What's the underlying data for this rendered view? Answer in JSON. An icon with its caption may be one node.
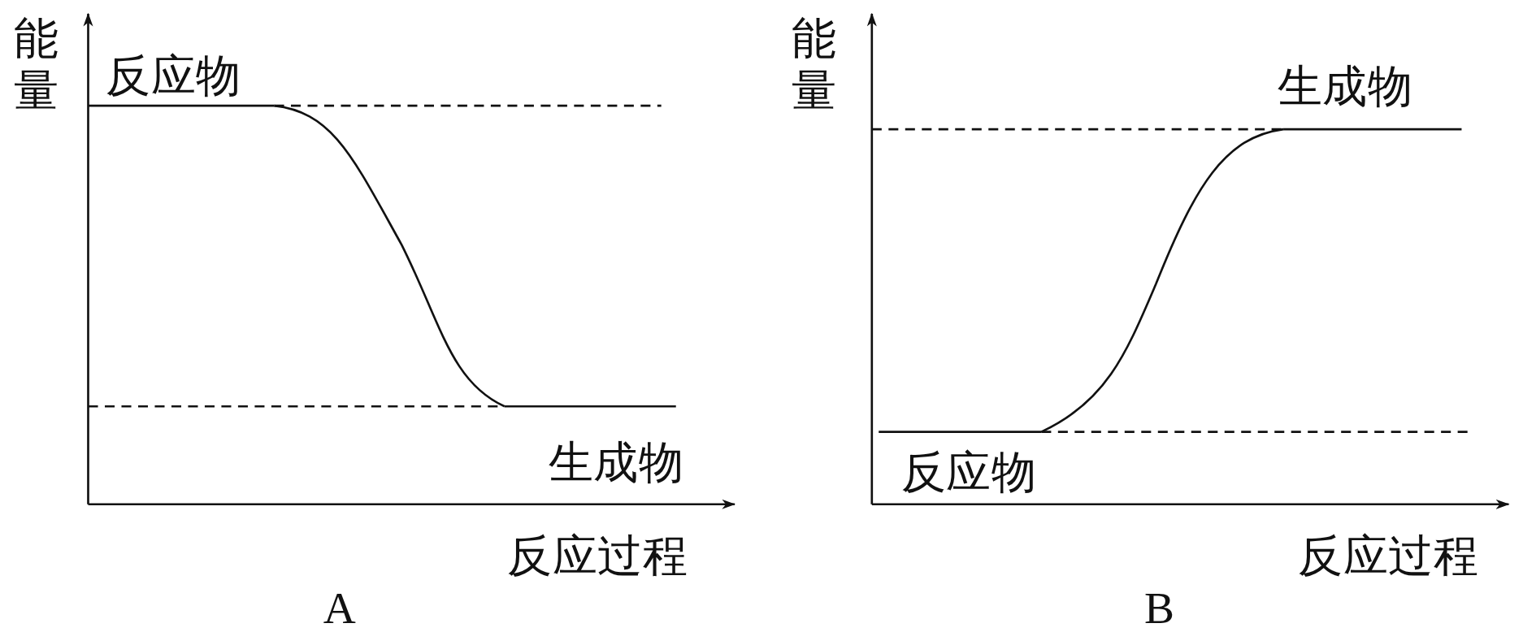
{
  "diagram": {
    "labels": [
      "能量",
      "反应物",
      "生成物",
      "反应过程",
      "A",
      "能量",
      "生成物",
      "反应物",
      "反应过程",
      "B"
    ]
  }
}
